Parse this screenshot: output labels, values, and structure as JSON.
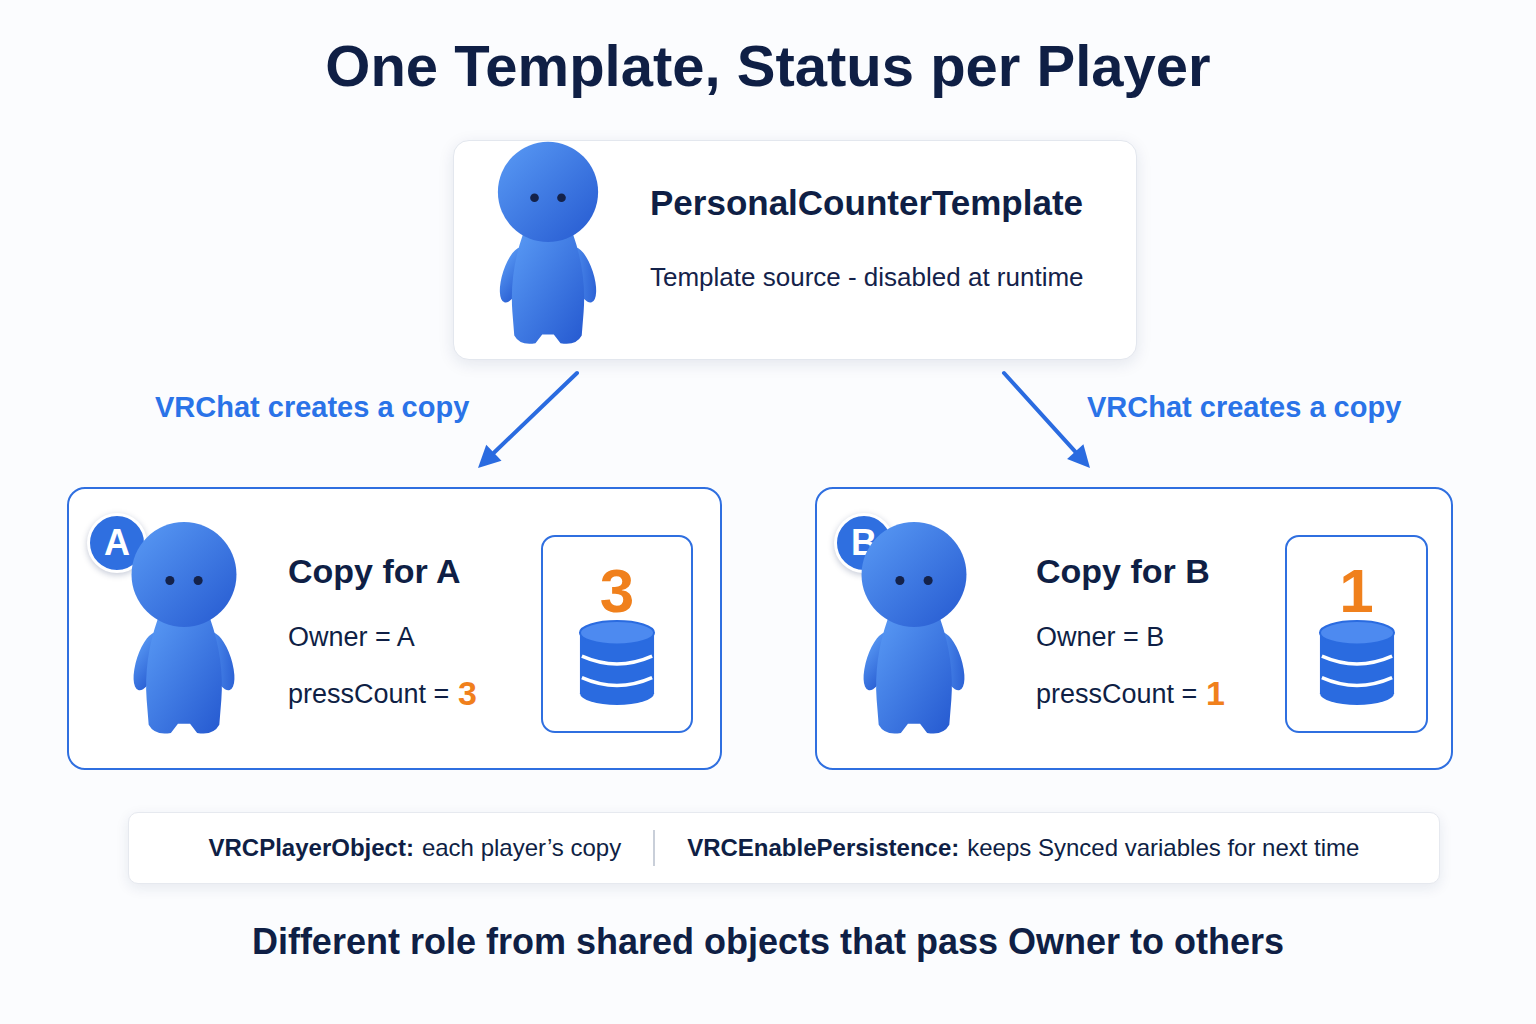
{
  "diagram": {
    "title": "One Template, Status per Player",
    "caption": "Different role from shared objects that pass Owner to others",
    "nodes": [
      {
        "text": [
          "PersonalCounterTemplate",
          "Template source - disabled at runtime"
        ]
      },
      {
        "text": [
          "Copy for A",
          "Owner = A",
          "pressCount =",
          "3"
        ]
      },
      {
        "text": [
          "A"
        ],
        "in": 1
      },
      {
        "text": [
          "3"
        ],
        "in": 1
      },
      {
        "text": [
          "Copy for B",
          "Owner = B",
          "pressCount =",
          "1"
        ]
      },
      {
        "text": [
          "B"
        ],
        "in": 4
      },
      {
        "text": [
          "1"
        ],
        "in": 4
      },
      {
        "text": [
          "VRCPlayerObject:",
          "each player’s copy",
          "VRCEnablePersistence:",
          "keeps Synced variables for next time"
        ]
      }
    ],
    "edges": [
      {
        "from": 0,
        "to": 1,
        "arrow": "to",
        "label": "VRChat creates a copy"
      },
      {
        "from": 0,
        "to": 4,
        "arrow": "to",
        "label": "VRChat creates a copy"
      }
    ]
  }
}
